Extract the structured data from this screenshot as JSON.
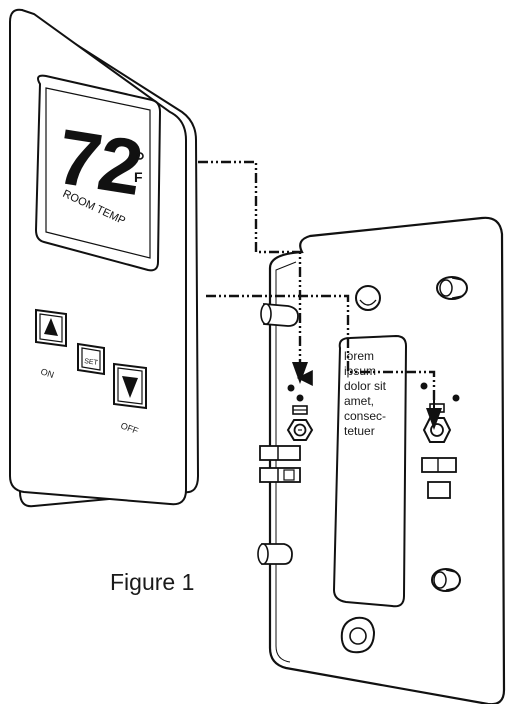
{
  "thermostat": {
    "temperature": "72",
    "unit": "F",
    "display_label": "ROOM TEMP",
    "buttons": {
      "up_label": "ON",
      "set_label": "SET",
      "down_label": "OFF"
    }
  },
  "wall_plate": {
    "label_lines": [
      "lorem",
      "ipsum",
      "dolor sit",
      "amet,",
      "consec-",
      "tetuer"
    ]
  },
  "caption": "Figure 1"
}
